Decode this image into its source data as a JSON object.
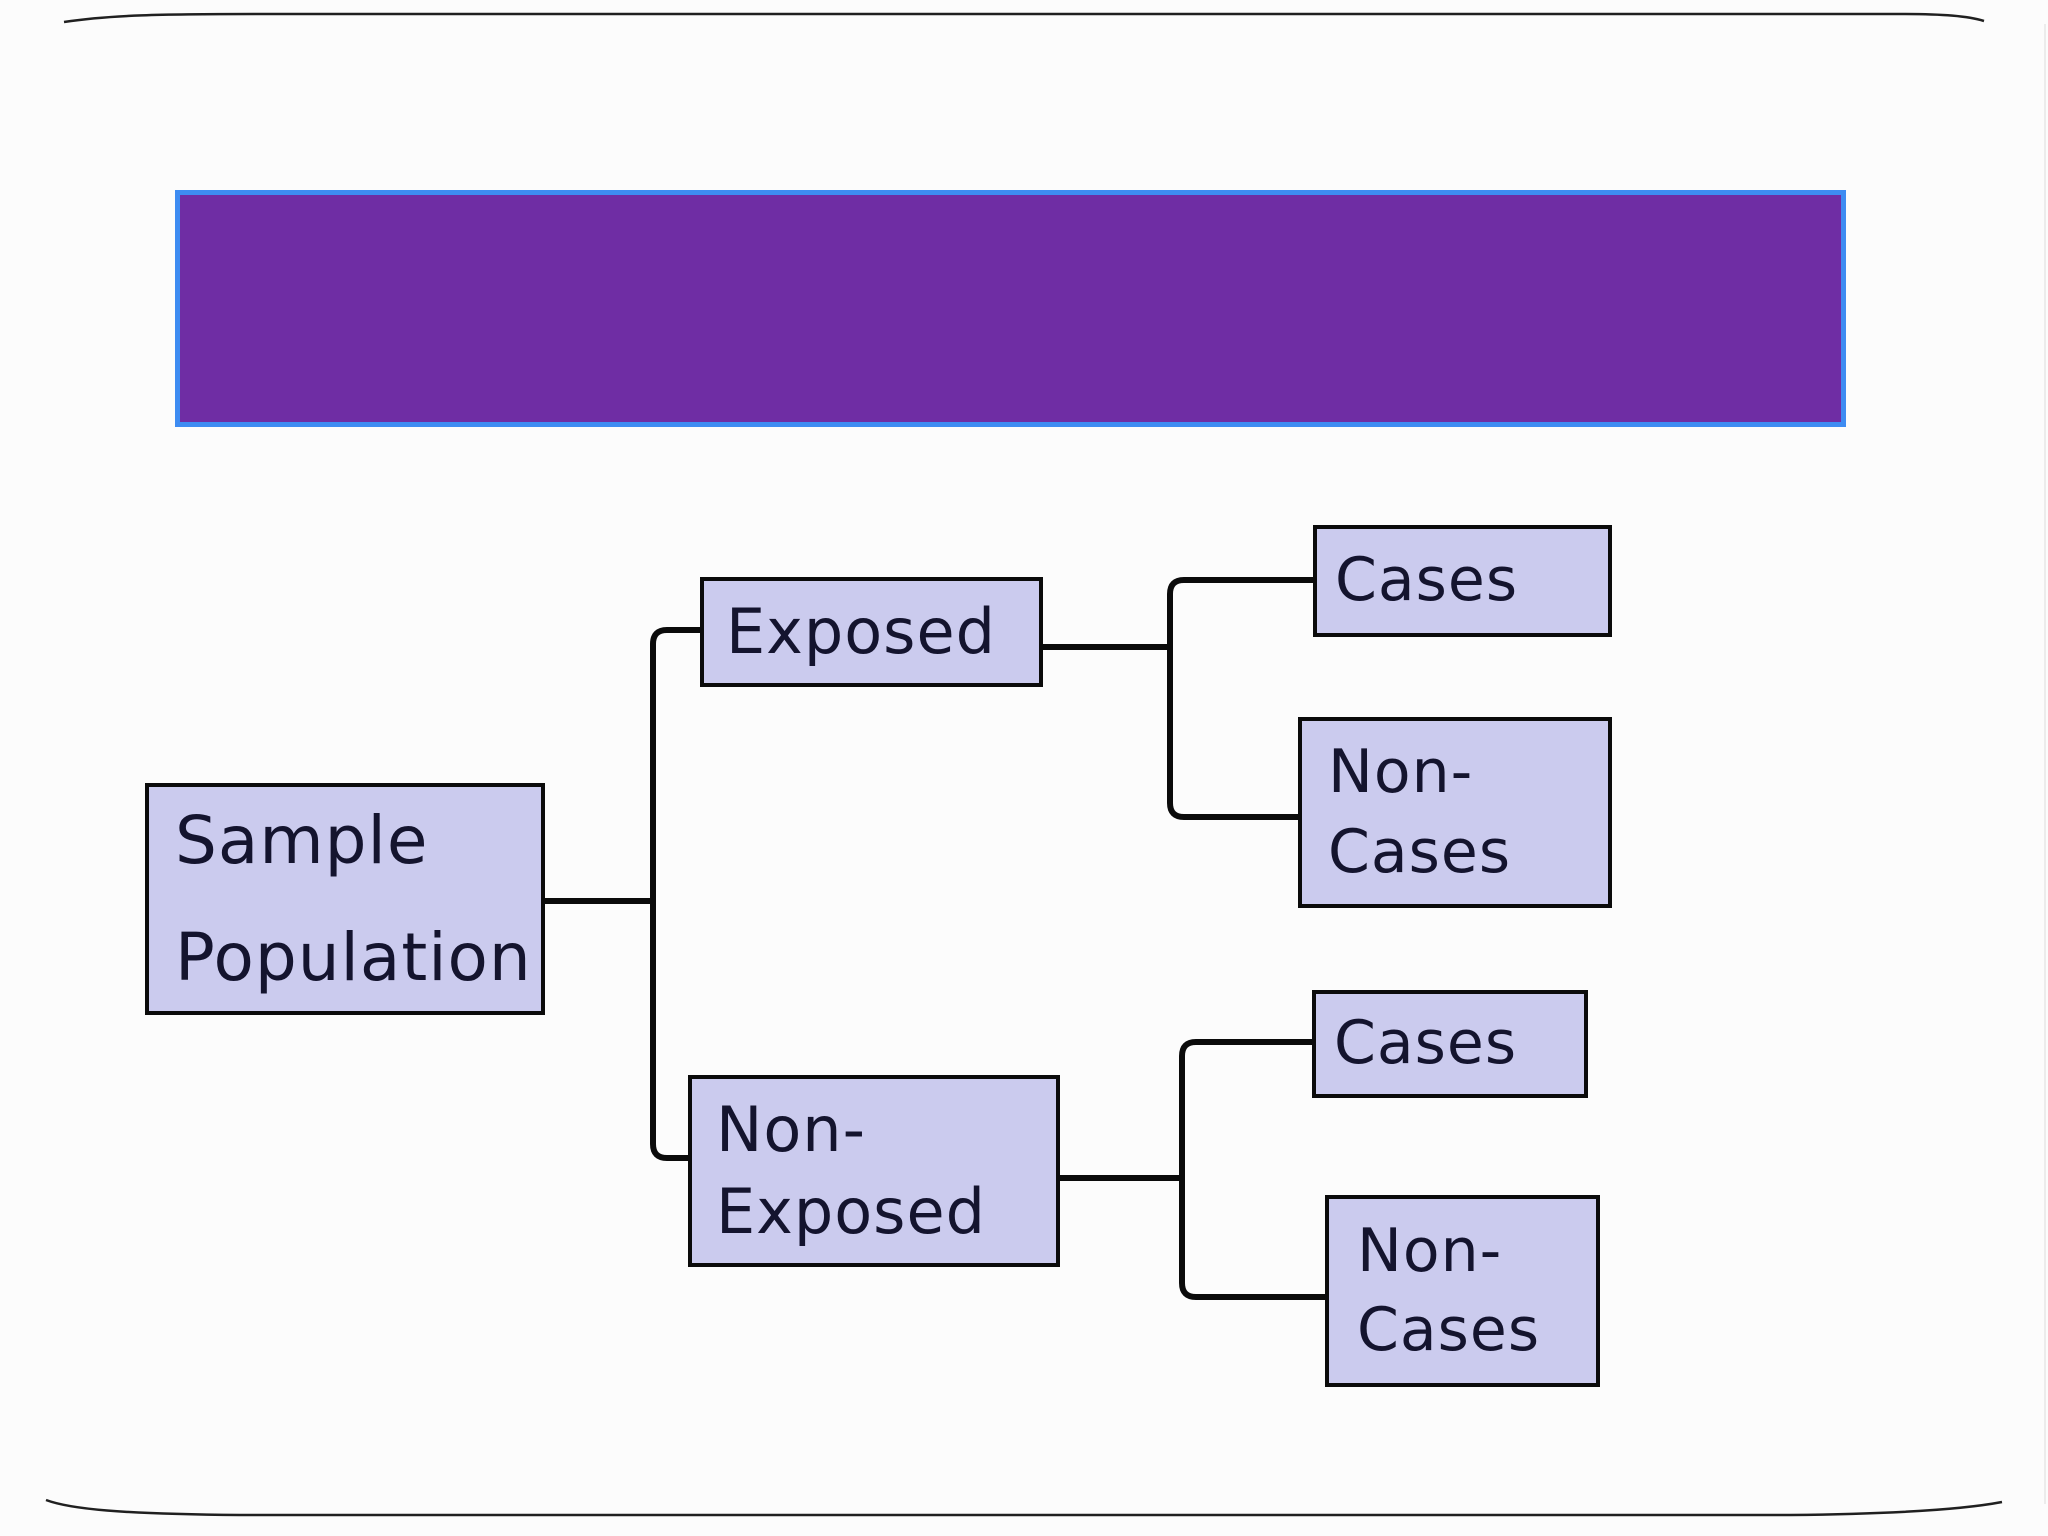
{
  "slide": {
    "background": "#fcfcfc",
    "frame_color": "#202020"
  },
  "title_banner": {
    "text": "",
    "fill": "#6F2DA4",
    "border_color": "#3E8CF2"
  },
  "diagram": {
    "type": "tree",
    "box_fill": "#CBCBEE",
    "box_border": "#0B0B0B",
    "text_color": "#14142E",
    "connector_color": "#0B0B0B",
    "nodes": [
      {
        "id": "sample-population",
        "lines": [
          "Sample",
          "Population"
        ]
      },
      {
        "id": "exposed",
        "lines": [
          "Exposed"
        ]
      },
      {
        "id": "cases-exposed",
        "lines": [
          "Cases"
        ]
      },
      {
        "id": "non-cases-exposed",
        "lines": [
          "Non-",
          "Cases"
        ]
      },
      {
        "id": "non-exposed",
        "lines": [
          "Non-",
          "Exposed"
        ]
      },
      {
        "id": "cases-non-exposed",
        "lines": [
          "Cases"
        ]
      },
      {
        "id": "non-cases-non-exposed",
        "lines": [
          "Non-",
          "Cases"
        ]
      }
    ],
    "edges": [
      {
        "from": "sample-population",
        "to": "exposed"
      },
      {
        "from": "sample-population",
        "to": "non-exposed"
      },
      {
        "from": "exposed",
        "to": "cases-exposed"
      },
      {
        "from": "exposed",
        "to": "non-cases-exposed"
      },
      {
        "from": "non-exposed",
        "to": "cases-non-exposed"
      },
      {
        "from": "non-exposed",
        "to": "non-cases-non-exposed"
      }
    ]
  }
}
